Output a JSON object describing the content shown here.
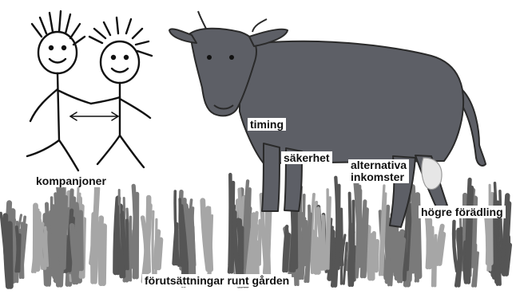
{
  "labels": {
    "companions": "kompanjoner",
    "timing": "timing",
    "safety": "säkerhet",
    "alternative_income": "alternativa\ninkomster",
    "higher_processing": "högre förädling",
    "farm_conditions": "förutsättningar runt gården"
  },
  "colors": {
    "cow_body": "#5d5f66",
    "cow_outline": "#2a2a2a",
    "udder": "#e6e6e6",
    "grass_dark": "#555555",
    "grass_mid": "#7a7a7a",
    "grass_light": "#a6a6a6",
    "ink": "#111111"
  }
}
